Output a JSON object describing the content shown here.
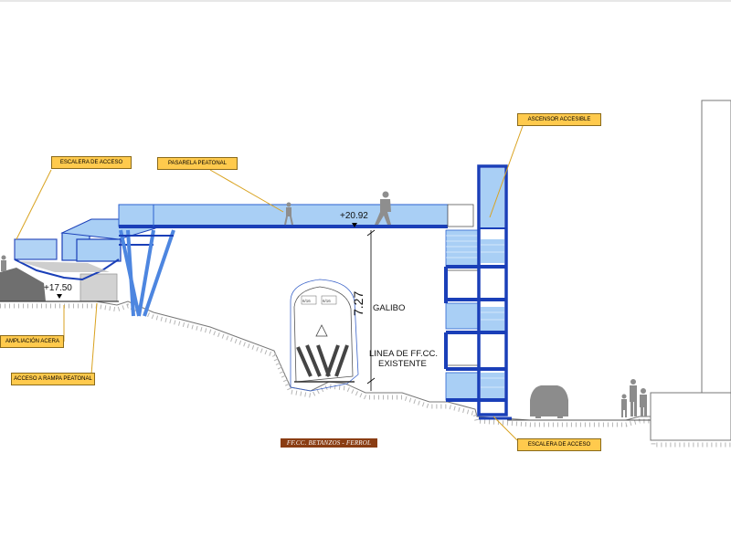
{
  "labels": {
    "escalera_acceso_top": "ESCALERA DE ACCESO",
    "pasarela_peatonal": "PASARELA PEATONAL",
    "ascensor_accesible": "ASCENSOR ACCESIBLE",
    "ampliacion_acera": "AMPLIACIÓN ACERA",
    "acceso_rampa": "ACCESO A RAMPA PEATONAL",
    "escalera_acceso_bottom": "ESCALERA DE ACCESO"
  },
  "annotations": {
    "level_deck": "+20.92",
    "level_ground": "+17.50",
    "clearance_value": "7.27",
    "clearance_label": "GALIBO",
    "railway_line_1": "LINEA DE FF.CC.",
    "railway_line_2": "EXISTENTE",
    "railway_name": "FF.CC. BETANZOS - FERROL",
    "tunnel_mark_1": "6/16",
    "tunnel_mark_2": "6/16"
  },
  "colors": {
    "structure_blue": "#1a3fb8",
    "glass_blue": "#a9cff5",
    "label_fill": "#ffca4d",
    "label_line": "#d9a21f",
    "ground_gray": "#8a8a8a",
    "rail_label": "#8a3d13"
  }
}
